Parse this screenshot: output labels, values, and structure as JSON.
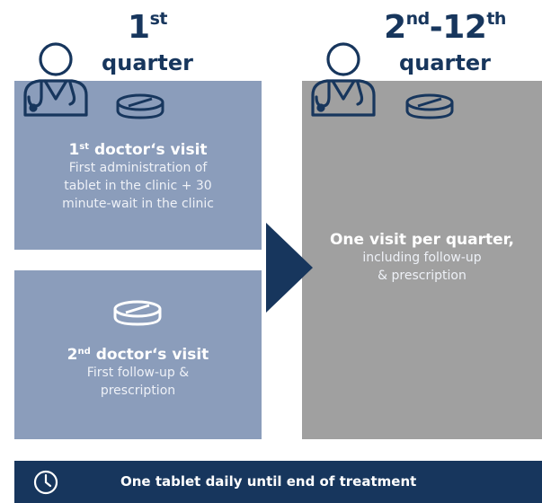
{
  "left": {
    "heading_num": "1",
    "heading_sup": "st",
    "heading_sub": "quarter",
    "visit1": {
      "title_num": "1",
      "title_sup": "st",
      "title_rest": " doctor‘s visit",
      "lines": [
        "First administration of",
        "tablet in the clinic + 30",
        "minute-wait in the clinic"
      ]
    },
    "visit2": {
      "title_num": "2",
      "title_sup": "nd",
      "title_rest": " doctor‘s visit",
      "lines": [
        "First follow-up &",
        "prescription"
      ]
    }
  },
  "right": {
    "heading_a": "2",
    "heading_a_sup": "nd",
    "heading_mid": "-12",
    "heading_b_sup": "th",
    "heading_sub": "quarter",
    "title": "One visit per quarter,",
    "lines": [
      "including follow-up",
      "& prescription"
    ]
  },
  "bar": {
    "text": "One tablet daily until end of treatment",
    "icon": "clock-icon"
  },
  "colors": {
    "navy": "#17365d",
    "blue_box": "#8b9dbb",
    "grey_box": "#a0a0a0"
  }
}
